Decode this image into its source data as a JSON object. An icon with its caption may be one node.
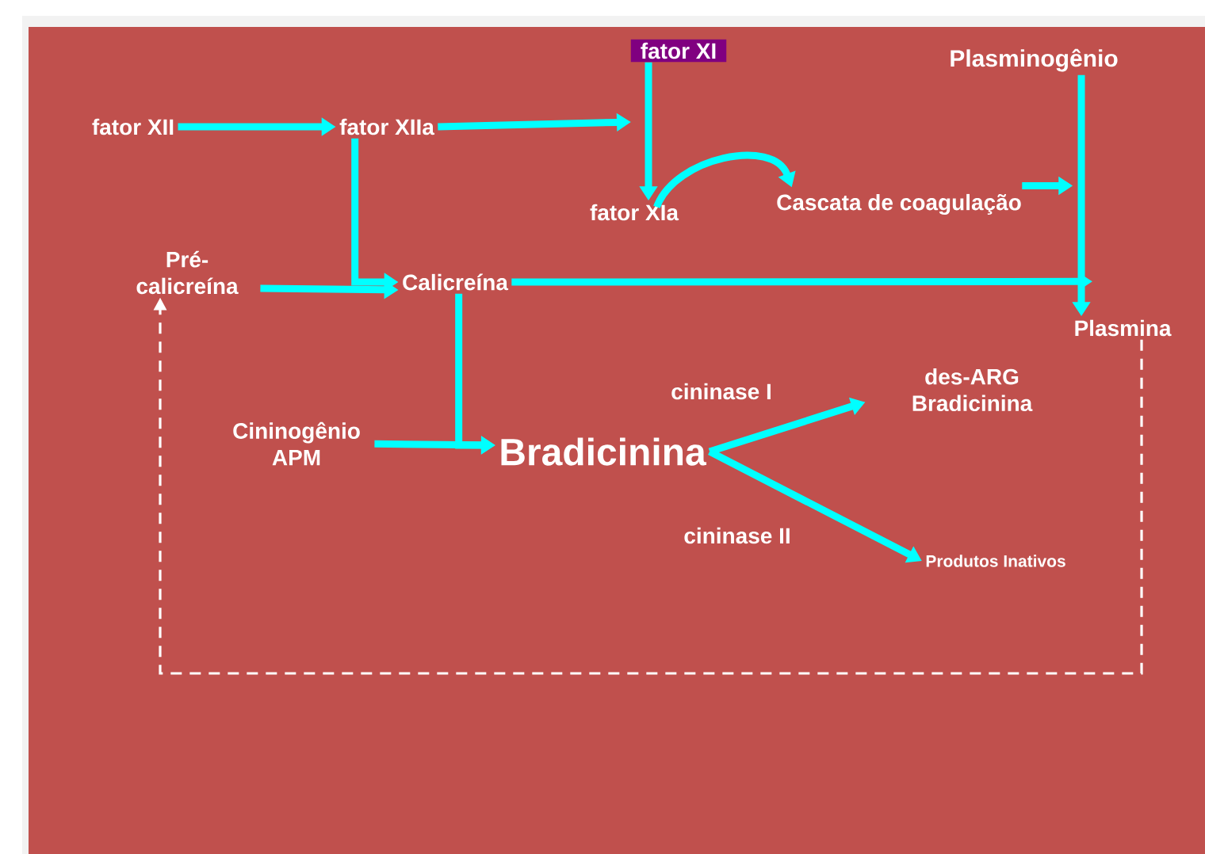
{
  "diagram": {
    "nodes": [
      {
        "text": [
          "fator XII"
        ]
      },
      {
        "text": [
          "fator XIIa"
        ]
      },
      {
        "text": [
          "fator XI"
        ]
      },
      {
        "text": [
          "Plasminogênio"
        ]
      },
      {
        "text": [
          "fator XIa"
        ]
      },
      {
        "text": [
          "Cascata de coagulação"
        ]
      },
      {
        "text": [
          "Pré- calicreína"
        ]
      },
      {
        "text": [
          "Calicreína"
        ]
      },
      {
        "text": [
          "Plasmina"
        ]
      },
      {
        "text": [
          "Cininogênio APM"
        ]
      },
      {
        "text": [
          "Bradicinina"
        ]
      },
      {
        "text": [
          "des-ARG Bradicinina"
        ]
      },
      {
        "text": [
          "Produtos Inativos"
        ]
      }
    ],
    "edges": [
      {
        "from": 0,
        "to": 1,
        "arrow": "to"
      },
      {
        "from": 1,
        "to": null,
        "arrow": "to"
      },
      {
        "from": 2,
        "to": 4,
        "arrow": "to"
      },
      {
        "from": 4,
        "to": 5,
        "arrow": "to"
      },
      {
        "from": 5,
        "to": null,
        "arrow": "to"
      },
      {
        "from": 3,
        "to": 8,
        "arrow": "to"
      },
      {
        "from": 1,
        "to": 7,
        "arrow": "to"
      },
      {
        "from": 6,
        "to": 7,
        "arrow": "to"
      },
      {
        "from": 7,
        "to": 8,
        "arrow": "to"
      },
      {
        "from": 7,
        "to": 10,
        "arrow": "to"
      },
      {
        "from": 9,
        "to": 10,
        "arrow": "to"
      },
      {
        "from": 10,
        "to": 11,
        "arrow": "to",
        "label": "cininase I"
      },
      {
        "from": 10,
        "to": 12,
        "arrow": "to",
        "label": "cininase II"
      },
      {
        "from": 8,
        "to": 6,
        "arrow": "to",
        "style": "dashed",
        "color": "#ffffff"
      }
    ]
  }
}
